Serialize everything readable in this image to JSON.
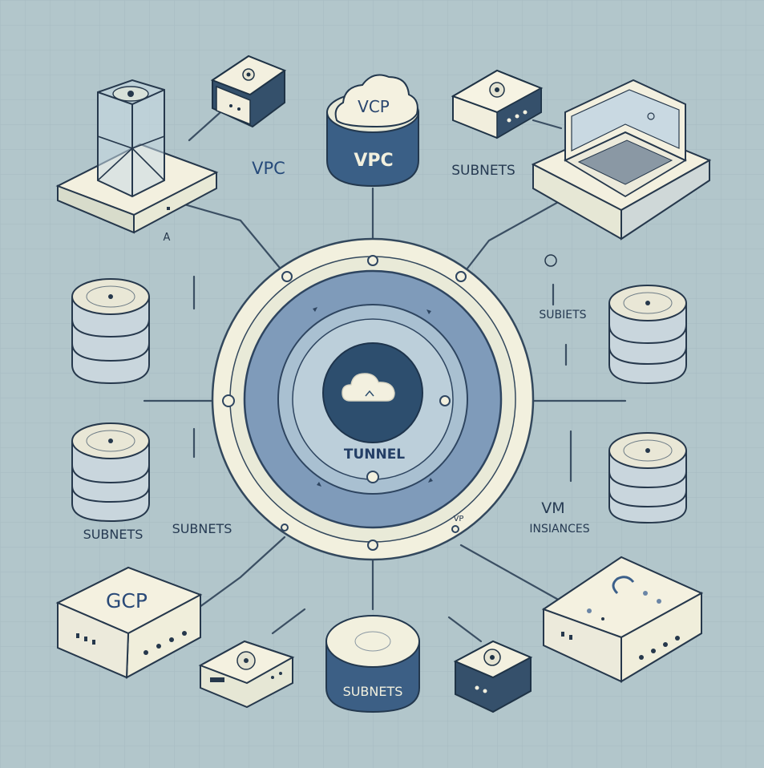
{
  "labels": {
    "vcp_cloud": "VCP",
    "vpc_top": "VPC",
    "vpc_left": "VPC",
    "subnets_top_right": "SUBNETS",
    "letter_a": "A",
    "subiets_right": "SUBIETS",
    "tunnel": "TUNNEL",
    "vm": "VM",
    "instances": "INSIANCES",
    "subnets_left_1": "SUBNETS",
    "subnets_left_2": "SUBNETS",
    "gcp": "GCP",
    "subnets_bottom": "SUBNETS",
    "vp_small": "VP"
  },
  "colors": {
    "background": "#b2c6cb",
    "grid": "#a7bcc2",
    "outline": "#2a3d52",
    "cream": "#f3f0df",
    "ring_outer": "#f1efdd",
    "ring_mid": "#7e9ab9",
    "ring_inner": "#a9bfcf",
    "core": "#2d4e6e",
    "label_blue": "#264a7a",
    "cyl_side": "#c9d6dd"
  }
}
